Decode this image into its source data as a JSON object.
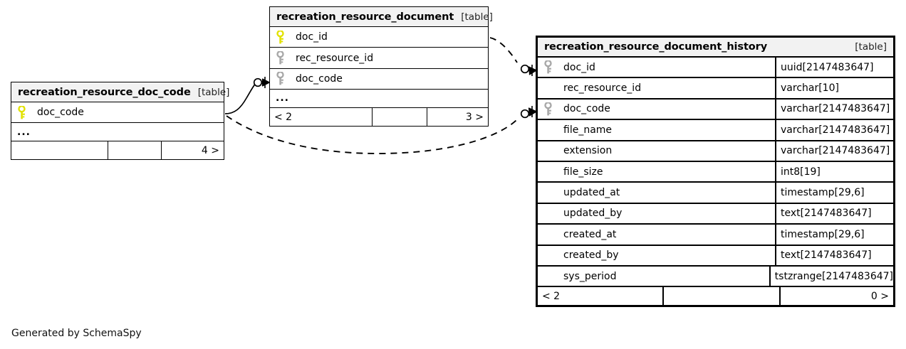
{
  "diagram": {
    "type": "entity-relationship-diagram",
    "generator_credit": "Generated by SchemaSpy",
    "table_tag": "[table]",
    "ellipsis": "...",
    "key_icon_names": {
      "primary": "primary-key-icon",
      "foreign": "foreign-key-icon"
    },
    "colors": {
      "primary_key": "#e8e800",
      "foreign_key": "#a8a8a8",
      "header_background": "#f2f2f2",
      "border": "#000000",
      "edge": "#000000",
      "page_background": "#ffffff"
    }
  },
  "tables": [
    {
      "id": "recreation_resource_doc_code",
      "name": "recreation_resource_doc_code",
      "tag": "[table]",
      "emphasis": "normal",
      "columns": [
        {
          "name": "doc_code",
          "key": "primary",
          "type": ""
        }
      ],
      "has_ellipsis": true,
      "footer": {
        "left": "",
        "middle": "",
        "right": "4 >"
      }
    },
    {
      "id": "recreation_resource_document",
      "name": "recreation_resource_document",
      "tag": "[table]",
      "emphasis": "normal",
      "columns": [
        {
          "name": "doc_id",
          "key": "primary",
          "type": ""
        },
        {
          "name": "rec_resource_id",
          "key": "foreign",
          "type": ""
        },
        {
          "name": "doc_code",
          "key": "foreign",
          "type": ""
        }
      ],
      "has_ellipsis": true,
      "footer": {
        "left": "< 2",
        "middle": "",
        "right": "3 >"
      }
    },
    {
      "id": "recreation_resource_document_history",
      "name": "recreation_resource_document_history",
      "tag": "[table]",
      "emphasis": "focus",
      "columns": [
        {
          "name": "doc_id",
          "key": "foreign",
          "type": "uuid[2147483647]"
        },
        {
          "name": "rec_resource_id",
          "key": "none",
          "type": "varchar[10]"
        },
        {
          "name": "doc_code",
          "key": "foreign",
          "type": "varchar[2147483647]"
        },
        {
          "name": "file_name",
          "key": "none",
          "type": "varchar[2147483647]"
        },
        {
          "name": "extension",
          "key": "none",
          "type": "varchar[2147483647]"
        },
        {
          "name": "file_size",
          "key": "none",
          "type": "int8[19]"
        },
        {
          "name": "updated_at",
          "key": "none",
          "type": "timestamp[29,6]"
        },
        {
          "name": "updated_by",
          "key": "none",
          "type": "text[2147483647]"
        },
        {
          "name": "created_at",
          "key": "none",
          "type": "timestamp[29,6]"
        },
        {
          "name": "created_by",
          "key": "none",
          "type": "text[2147483647]"
        },
        {
          "name": "sys_period",
          "key": "none",
          "type": "tstzrange[2147483647]"
        }
      ],
      "has_ellipsis": false,
      "footer": {
        "left": "< 2",
        "middle": "",
        "right": "0 >"
      }
    }
  ],
  "relationships": [
    {
      "id": "doc_code-to-document",
      "from_table": "recreation_resource_doc_code",
      "from_column": "doc_code",
      "to_table": "recreation_resource_document",
      "to_column": "doc_code",
      "style": "solid",
      "optional": true
    },
    {
      "id": "doc_code-to-history",
      "from_table": "recreation_resource_doc_code",
      "from_column": "doc_code",
      "to_table": "recreation_resource_document_history",
      "to_column": "doc_code",
      "style": "dashed",
      "optional": true
    },
    {
      "id": "document-to-history",
      "from_table": "recreation_resource_document",
      "from_column": "doc_id",
      "to_table": "recreation_resource_document_history",
      "to_column": "doc_id",
      "style": "dashed",
      "optional": true
    }
  ]
}
